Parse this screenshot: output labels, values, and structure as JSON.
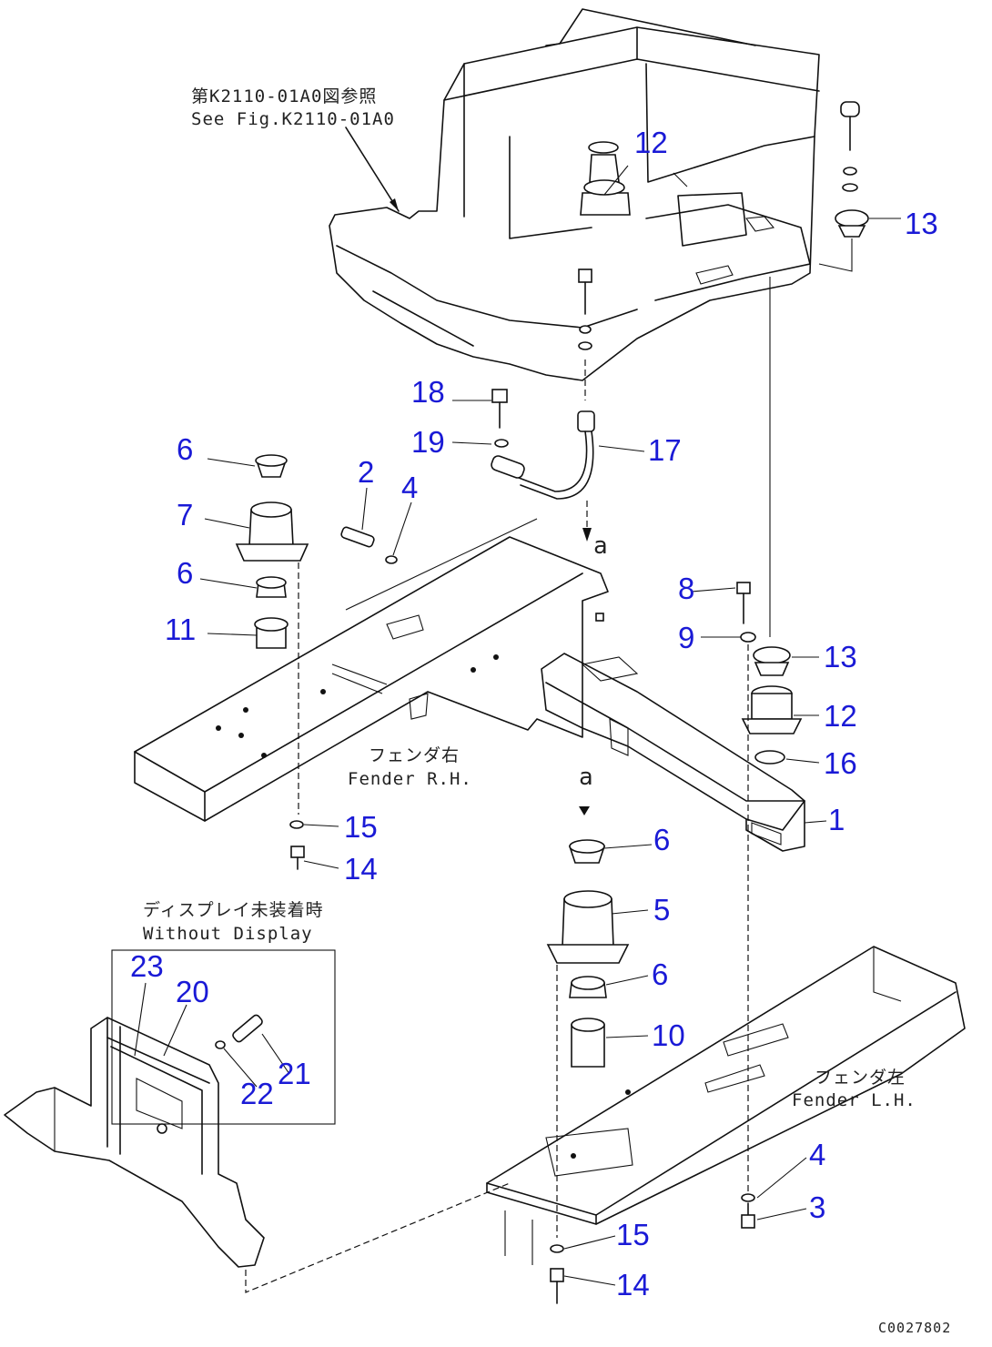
{
  "reference_note": {
    "jp": "第K2110-01A0図参照",
    "en": "See Fig.K2110-01A0"
  },
  "fender_rh": {
    "jp": "フェンダ右",
    "en": "Fender R.H."
  },
  "fender_lh": {
    "jp": "フェンダ左",
    "en": "Fender L.H."
  },
  "without_display": {
    "jp": "ディスプレイ未装着時",
    "en": "Without Display"
  },
  "view_marker": "a",
  "drawing_number": "C0027802",
  "colors": {
    "callout": "#1a1ad6",
    "line": "#111111",
    "background": "#ffffff"
  },
  "callouts": [
    "12",
    "13",
    "18",
    "19",
    "17",
    "6",
    "7",
    "2",
    "4",
    "6",
    "11",
    "8",
    "9",
    "13",
    "12",
    "16",
    "1",
    "15",
    "14",
    "6",
    "5",
    "6",
    "10",
    "23",
    "20",
    "21",
    "22",
    "4",
    "3",
    "15",
    "14"
  ]
}
